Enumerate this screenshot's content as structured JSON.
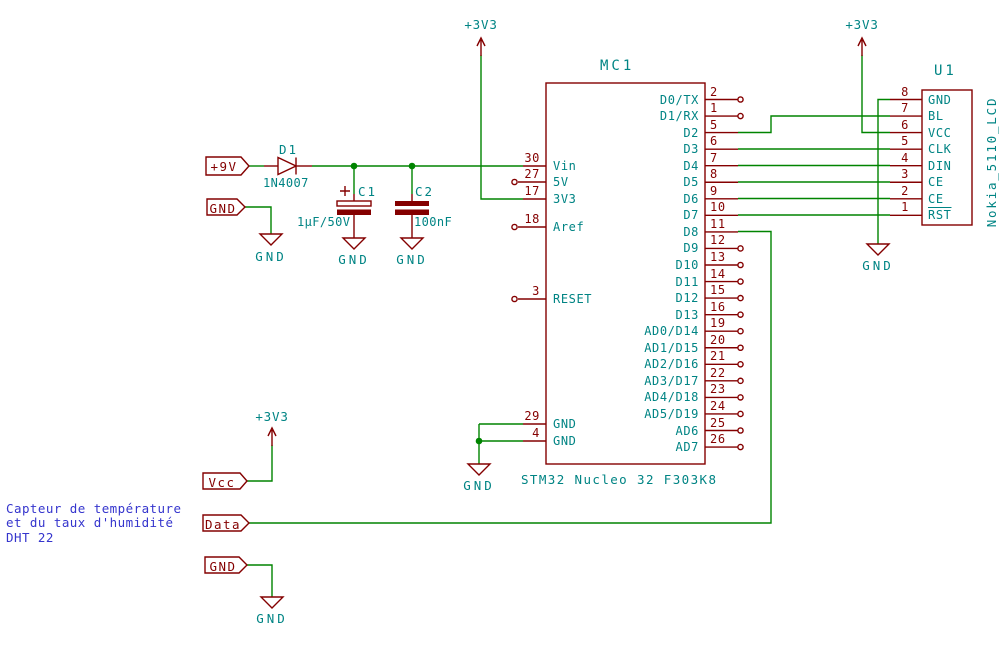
{
  "colors": {
    "wire_green": "#008400",
    "symbol_red": "#840000",
    "label_teal": "#008484",
    "note_blue": "#3535CD",
    "canvas_bg": "#FFFFFF"
  },
  "power_symbols": {
    "v3v3": "+3V3",
    "gnd": "GND"
  },
  "global_labels": {
    "plus9v": {
      "label": "+9V"
    },
    "gnd_top": {
      "label": "GND"
    },
    "vcc": {
      "label": "Vcc"
    },
    "data": {
      "label": "Data"
    },
    "gnd_bottom": {
      "label": "GND"
    }
  },
  "diode": {
    "ref": "D1",
    "value": "1N4007"
  },
  "cap1": {
    "ref": "C1",
    "value": "1µF/50V",
    "polarity": "+"
  },
  "cap2": {
    "ref": "C2",
    "value": "100nF"
  },
  "mcu": {
    "ref": "MC1",
    "value": "STM32 Nucleo 32 F303K8",
    "left_pins": [
      {
        "num": "30",
        "name": "Vin",
        "open": false
      },
      {
        "num": "27",
        "name": "5V",
        "open": true
      },
      {
        "num": "17",
        "name": "3V3",
        "open": false
      },
      {
        "num": "18",
        "name": "Aref",
        "open": true
      },
      {
        "num": "3",
        "name": "RESET",
        "open": true
      },
      {
        "num": "29",
        "name": "GND",
        "open": false
      },
      {
        "num": "4",
        "name": "GND",
        "open": false
      }
    ],
    "right_pins": [
      {
        "num": "2",
        "name": "D0/TX",
        "open": true
      },
      {
        "num": "1",
        "name": "D1/RX",
        "open": true
      },
      {
        "num": "5",
        "name": "D2",
        "open": false
      },
      {
        "num": "6",
        "name": "D3",
        "open": false
      },
      {
        "num": "7",
        "name": "D4",
        "open": false
      },
      {
        "num": "8",
        "name": "D5",
        "open": false
      },
      {
        "num": "9",
        "name": "D6",
        "open": false
      },
      {
        "num": "10",
        "name": "D7",
        "open": false
      },
      {
        "num": "11",
        "name": "D8",
        "open": false
      },
      {
        "num": "12",
        "name": "D9",
        "open": true
      },
      {
        "num": "13",
        "name": "D10",
        "open": true
      },
      {
        "num": "14",
        "name": "D11",
        "open": true
      },
      {
        "num": "15",
        "name": "D12",
        "open": true
      },
      {
        "num": "16",
        "name": "D13",
        "open": true
      },
      {
        "num": "19",
        "name": "AD0/D14",
        "open": true
      },
      {
        "num": "20",
        "name": "AD1/D15",
        "open": true
      },
      {
        "num": "21",
        "name": "AD2/D16",
        "open": true
      },
      {
        "num": "22",
        "name": "AD3/D17",
        "open": true
      },
      {
        "num": "23",
        "name": "AD4/D18",
        "open": true
      },
      {
        "num": "24",
        "name": "AD5/D19",
        "open": true
      },
      {
        "num": "25",
        "name": "AD6",
        "open": true
      },
      {
        "num": "26",
        "name": "AD7",
        "open": true
      }
    ]
  },
  "lcd": {
    "ref": "U1",
    "value": "Nokia_5110_LCD",
    "pins": [
      {
        "num": "8",
        "name": "GND",
        "overline": false
      },
      {
        "num": "7",
        "name": "BL",
        "overline": false
      },
      {
        "num": "6",
        "name": "VCC",
        "overline": false
      },
      {
        "num": "5",
        "name": "CLK",
        "overline": false
      },
      {
        "num": "4",
        "name": "DIN",
        "overline": false
      },
      {
        "num": "3",
        "name": "CE",
        "overline": false
      },
      {
        "num": "2",
        "name": "CE",
        "overline": false
      },
      {
        "num": "1",
        "name": "RST",
        "overline": true
      }
    ]
  },
  "note": {
    "line1": "Capteur de température",
    "line2": "et du taux d'humidité",
    "line3": "DHT 22"
  }
}
